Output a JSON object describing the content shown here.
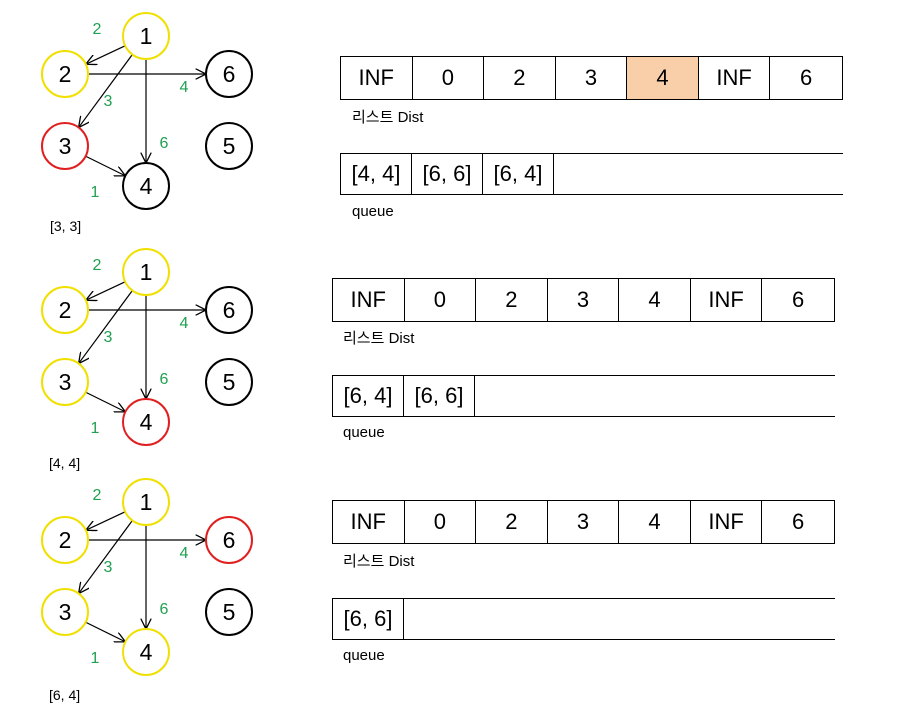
{
  "colors": {
    "visited": "#f0e000",
    "current": "#e02020",
    "unvisited": "#000000",
    "edge_weight": "#20a050",
    "highlight_cell": "#f8cfa8"
  },
  "graph": {
    "nodes": [
      "1",
      "2",
      "3",
      "4",
      "5",
      "6"
    ],
    "edges": [
      {
        "from": "1",
        "to": "2",
        "weight": "2"
      },
      {
        "from": "1",
        "to": "3",
        "weight": "3"
      },
      {
        "from": "1",
        "to": "4",
        "weight": "6"
      },
      {
        "from": "2",
        "to": "6",
        "weight": "4"
      },
      {
        "from": "3",
        "to": "4",
        "weight": "1"
      }
    ]
  },
  "steps": [
    {
      "label": "[3, 3]",
      "node_states": {
        "1": "visited",
        "2": "visited",
        "3": "current",
        "4": "unvisited",
        "5": "unvisited",
        "6": "unvisited"
      },
      "dist_caption": "리스트 Dist",
      "dist": [
        "INF",
        "0",
        "2",
        "3",
        "4",
        "INF",
        "6"
      ],
      "dist_highlight_index": 4,
      "queue_caption": "queue",
      "queue": [
        "[4, 4]",
        "[6, 6]",
        "[6, 4]"
      ]
    },
    {
      "label": "[4, 4]",
      "node_states": {
        "1": "visited",
        "2": "visited",
        "3": "visited",
        "4": "current",
        "5": "unvisited",
        "6": "unvisited"
      },
      "dist_caption": "리스트 Dist",
      "dist": [
        "INF",
        "0",
        "2",
        "3",
        "4",
        "INF",
        "6"
      ],
      "dist_highlight_index": -1,
      "queue_caption": "queue",
      "queue": [
        "[6, 4]",
        "[6, 6]"
      ]
    },
    {
      "label": "[6, 4]",
      "node_states": {
        "1": "visited",
        "2": "visited",
        "3": "visited",
        "4": "visited",
        "5": "unvisited",
        "6": "current"
      },
      "dist_caption": "리스트 Dist",
      "dist": [
        "INF",
        "0",
        "2",
        "3",
        "4",
        "INF",
        "6"
      ],
      "dist_highlight_index": -1,
      "queue_caption": "queue",
      "queue": [
        "[6, 6]"
      ]
    }
  ]
}
